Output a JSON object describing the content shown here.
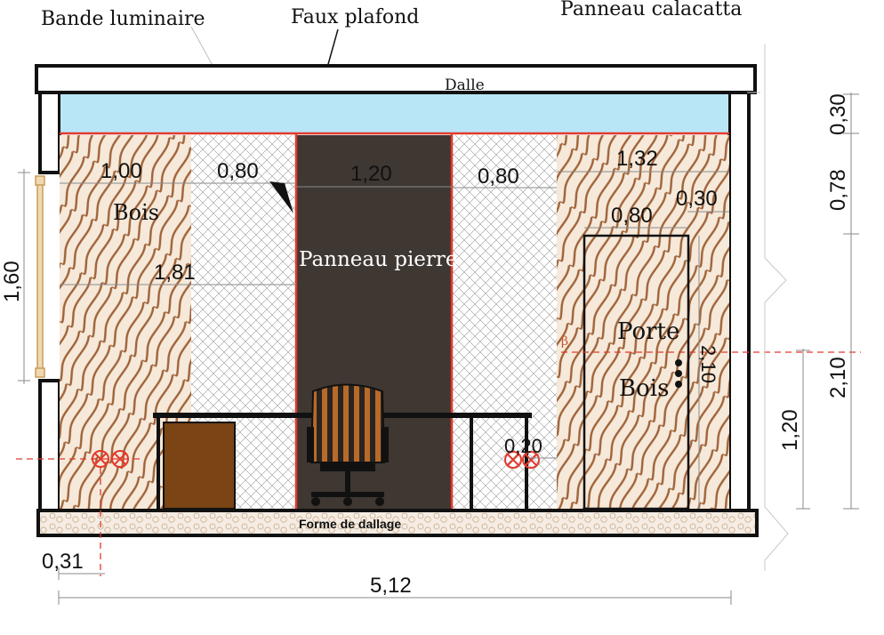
{
  "callouts": {
    "light_strip": "Bande luminaire",
    "false_ceiling": "Faux plafond",
    "calacatta_panel": "Panneau calacatta"
  },
  "labels": {
    "slab": "Dalle",
    "wood_left": "Bois",
    "stone_panel": "Panneau pierre",
    "door_line1": "Porte",
    "door_line2": "Bois",
    "screed": "Forme de dallage"
  },
  "dimensions": {
    "d_1_00": "1,00",
    "d_0_80_left": "0,80",
    "d_1_20_top": "1,20",
    "d_0_80_right": "0,80",
    "d_1_32": "1,32",
    "d_0_30_door": "0,30",
    "d_0_80_door": "0,80",
    "d_1_81": "1,81",
    "d_2_10_door": "2,10",
    "d_0_20": "0,20",
    "d_1_60": "1,60",
    "d_0_30_right": "0,30",
    "d_0_78": "0,78",
    "d_2_10_right": "2,10",
    "d_1_20_right": "1,20",
    "d_0_31": "0,31",
    "d_5_12": "5,12"
  },
  "colors": {
    "wood_base": "#f6e9da",
    "wood_grain": "#a0643a",
    "stone": "#3f3732",
    "false_ceiling": "#b8e6f7",
    "red_line": "#e23a2c",
    "desk_cabinet": "#7a4414",
    "chair_stripe": "#b86a2a",
    "dim_line": "#8a8a8a"
  }
}
